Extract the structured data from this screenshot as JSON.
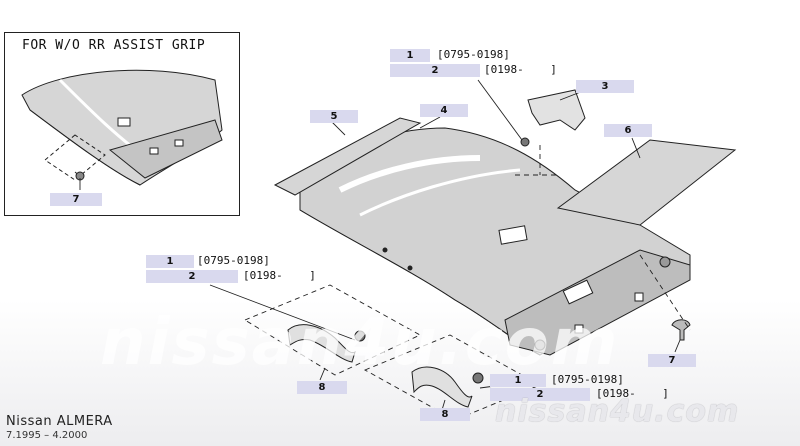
{
  "inset": {
    "title": "FOR W/O RR ASSIST GRIP"
  },
  "callouts": {
    "c1_top": "1",
    "c2_top": "2",
    "c3": "3",
    "c4": "4",
    "c5": "5",
    "c6": "6",
    "c7_inset": "7",
    "c7_right": "7",
    "c1_left": "1",
    "c2_left": "2",
    "c8_left": "8",
    "c1_bottom": "1",
    "c2_bottom": "2",
    "c8_bottom": "8"
  },
  "ranges": {
    "r1_top": "[0795-0198]",
    "r2_top": "[0198-    ]",
    "r1_left": "[0795-0198]",
    "r2_left": "[0198-    ]",
    "r1_bottom": "[0795-0198]",
    "r2_bottom": "[0198-    ]"
  },
  "watermark": {
    "big": "nissan4u.com",
    "small": "nissan4u.com"
  },
  "footer": {
    "model": "Nissan  ALMERA",
    "dates": "7.1995  –  4.2000"
  },
  "colors": {
    "callout_bg": "#d9d9ee",
    "line": "#222222",
    "shade": "#cfcfcf"
  }
}
